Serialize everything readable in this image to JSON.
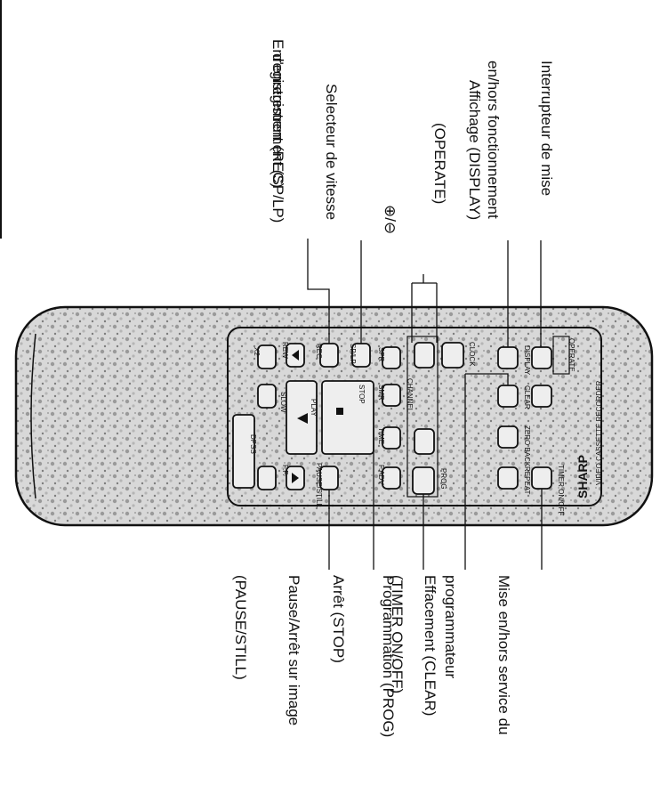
{
  "labels_top": {
    "operate": [
      "Interrupteur de mise",
      "en/hors fonctionnement",
      "(OPERATE)"
    ],
    "display": [
      "Affichage (DISPLAY)"
    ],
    "channel": [
      "⊕/⊖"
    ],
    "splp": [
      "Selecteur de vitesse",
      "d'enregistrement (SP/LP)"
    ],
    "rec": [
      "Enregistrement (REC)"
    ]
  },
  "labels_bottom": {
    "timer": [
      "Mise en/hors service du",
      "programmateur",
      "(TIMER ON/OFF)"
    ],
    "clear": [
      "Effacement (CLEAR)"
    ],
    "prog": [
      "Programmation (PROG)"
    ],
    "stop": [
      "Arrêt (STOP)"
    ],
    "pause": [
      "Pause/Arrêt sur image",
      "(PAUSE/STILL)"
    ]
  },
  "remote": {
    "brand": "SHARP",
    "model_line": "VIDEO CASSETTE RECORDER",
    "buttons": {
      "operate": "OPERATE",
      "display": "DISPLAY",
      "clear": "CLEAR",
      "zero_back": "ZERO BACK",
      "repeat": "REPEAT",
      "timer": "TIMER ON/OFF",
      "clock": "CLOCK",
      "channel_label": "CHANNEL",
      "prog": "PROG",
      "spr": "SPR",
      "smr": "SMR",
      "tape_speed": "TIME",
      "sp_lp": "SP/LP",
      "rec": "REC",
      "rew": "REW",
      "play": "PLAY",
      "stop": "STOP",
      "ff": "F.F.",
      "pause": "PAUSE/STILL",
      "slow": "SLOW",
      "x2": "X2",
      "dpss": "DPSS",
      "fadv": "F.ADV"
    }
  }
}
